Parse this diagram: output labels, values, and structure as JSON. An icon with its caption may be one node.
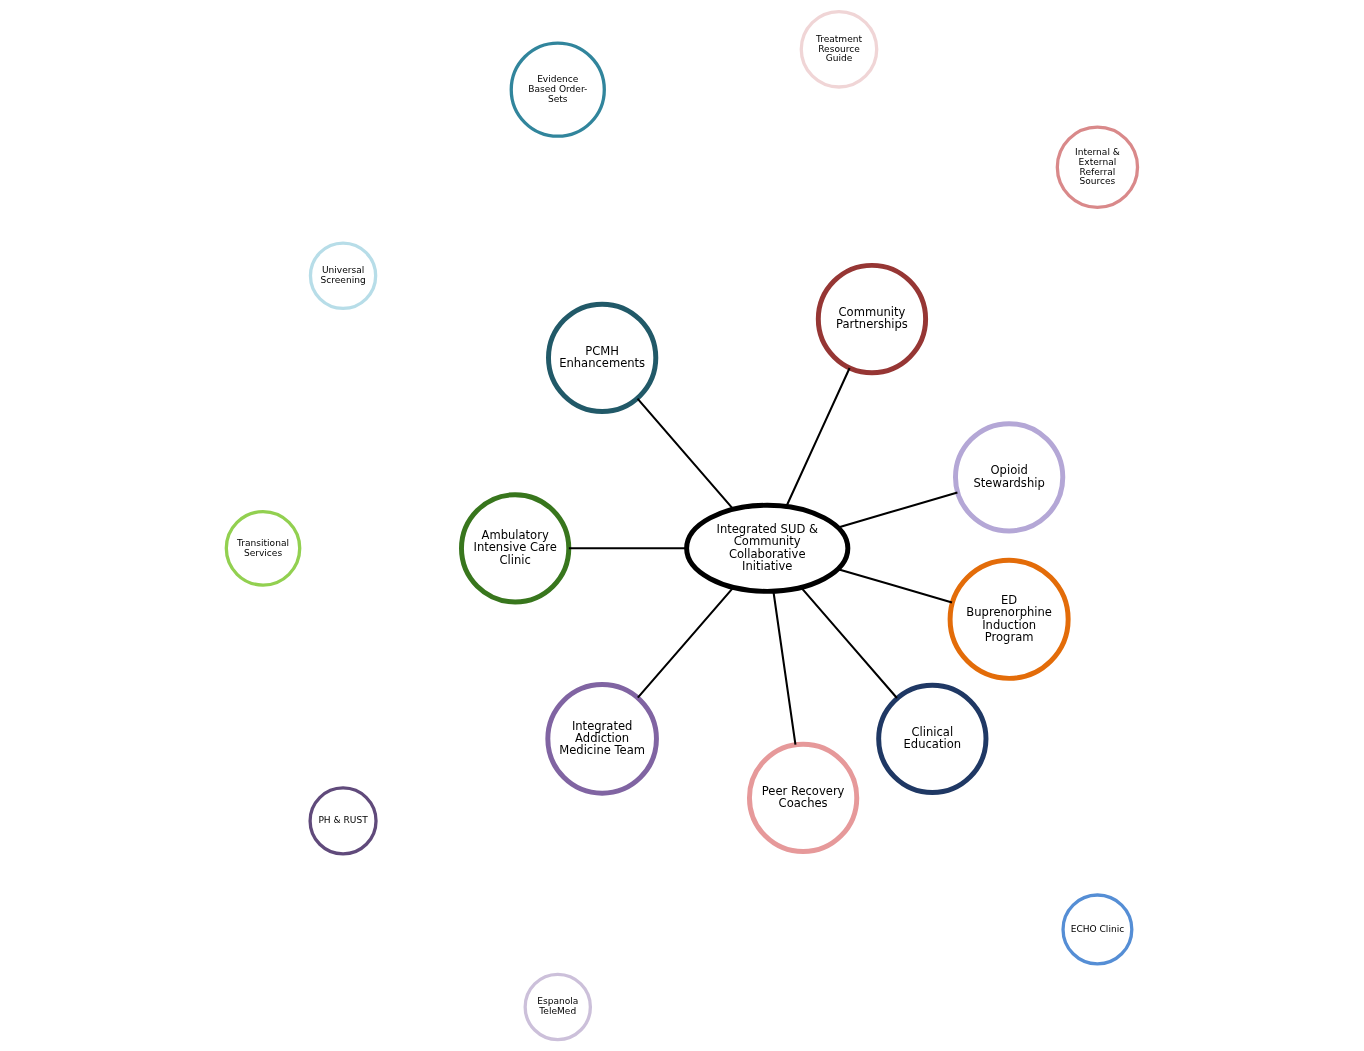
{
  "diagram": {
    "nodes": [
      {
        "text": [
          "Internal & External Referral Sources"
        ]
      },
      {
        "text": [
          "Treatment Resource Guide"
        ]
      },
      {
        "text": [
          "Evidence Based Order-Sets"
        ]
      },
      {
        "text": [
          "Opioid",
          "Stewardship"
        ]
      },
      {
        "text": [
          "Community Partnerships"
        ]
      },
      {
        "text": [
          "PCMH",
          "Enhancements"
        ]
      },
      {
        "text": [
          "Universal Screening"
        ]
      },
      {
        "text": [
          "Transitional Services"
        ]
      },
      {
        "text": [
          "PH & RUST"
        ]
      },
      {
        "text": [
          "Integrated SUD & Community Collaborative Initiative"
        ]
      },
      {
        "text": [
          "Ambulatory Intensive Care Clinic"
        ]
      },
      {
        "text": [
          "Integrated Addiction Medicine Team"
        ]
      },
      {
        "text": [
          "Espanola TeleMed"
        ]
      },
      {
        "text": [
          "Peer Recovery Coaches"
        ]
      },
      {
        "text": [
          "Clinical Education"
        ]
      },
      {
        "text": [
          "ECHO Clinic"
        ]
      },
      {
        "text": [
          "ED Buprenorphine Induction Program"
        ]
      }
    ],
    "edges": [
      {
        "from": 9,
        "to": 3,
        "arrow": "none"
      },
      {
        "from": 9,
        "to": 4,
        "arrow": "none"
      },
      {
        "from": 9,
        "to": 5,
        "arrow": "none"
      },
      {
        "from": 9,
        "to": 10,
        "arrow": "none"
      },
      {
        "from": 9,
        "to": 11,
        "arrow": "none"
      },
      {
        "from": 9,
        "to": 13,
        "arrow": "none"
      },
      {
        "from": 9,
        "to": 16,
        "arrow": "none"
      },
      {
        "from": 9,
        "to": 14,
        "arrow": "none"
      }
    ]
  }
}
